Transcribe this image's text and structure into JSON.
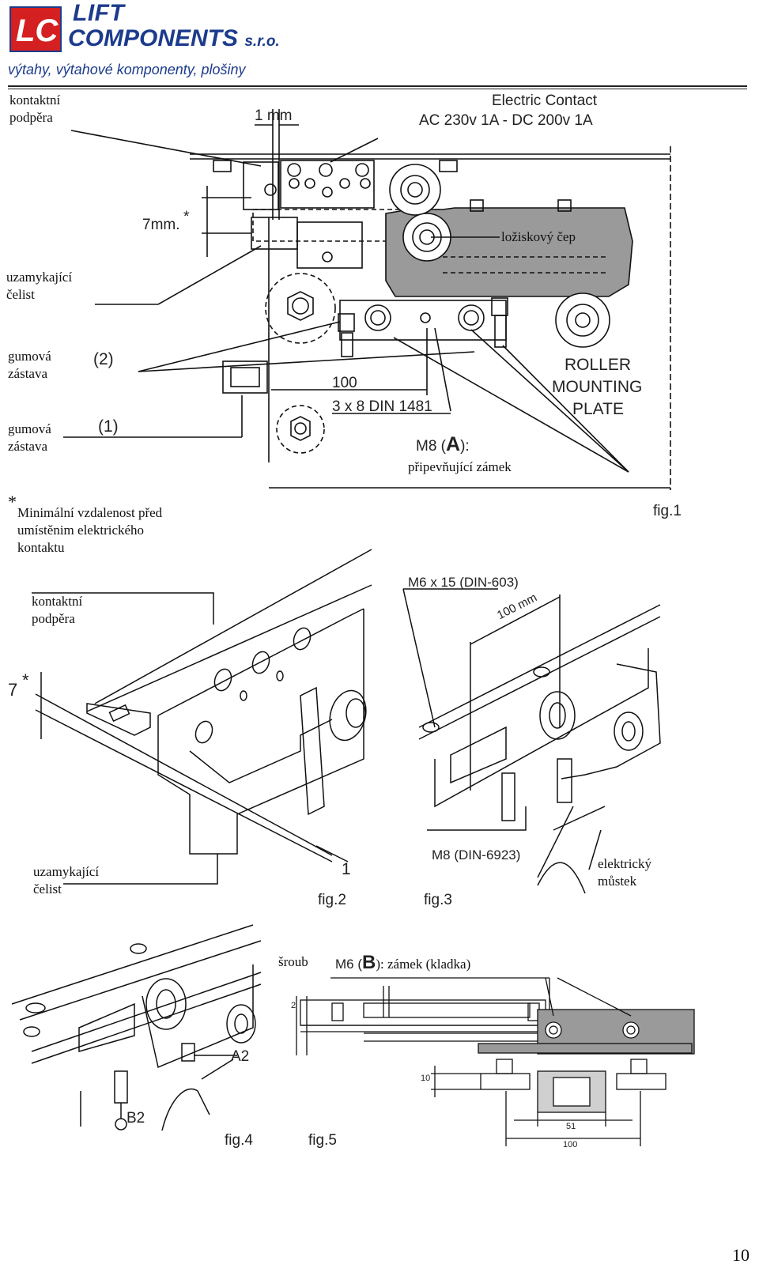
{
  "header": {
    "brand_line1": "LIFT",
    "brand_line2": "COMPONENTS",
    "brand_suffix": "s.r.o.",
    "tagline": "výtahy, výtahové komponenty, plošiny",
    "logo_icon": "lc-logo-icon",
    "accent_color": "#1c3b8c",
    "logo_color": "#d42020"
  },
  "fig1": {
    "label_contact_support": "kontaktní\npodpěra",
    "label_1mm": "1 mm",
    "label_electric_contact": "Electric Contact",
    "label_electric_rating": "AC 230v 1A - DC 200v 1A",
    "label_7mm": "7mm.",
    "label_asterisk": "*",
    "label_bearing_pin": "ložiskový čep",
    "label_locking_jaw": "uzamykající\nčelist",
    "label_rubber_stop_2": "gumová\nzástava",
    "num_2": "(2)",
    "label_rubber_stop_1": "gumová\nzástava",
    "num_1": "(1)",
    "dim_100": "100",
    "din_1481": "3 x 8 DIN 1481",
    "roller_1": "ROLLER",
    "roller_2": "MOUNTING",
    "roller_3": "PLATE",
    "m8": "M8 (",
    "m8_a": "A",
    "m8_close": "):",
    "fixing_lock": "připevňující zámek",
    "fig_label": "fig.1"
  },
  "note": {
    "asterisk": "*",
    "text": "Minimální vzdalenost před\numístěnim elektrického\nkontaktu"
  },
  "fig2": {
    "label_contact_support": "kontaktní\npodpěra",
    "label_7": "7",
    "label_asterisk": "*",
    "label_1": "1",
    "label_locking_jaw": "uzamykající\nčelist",
    "fig_label": "fig.2"
  },
  "fig3": {
    "m6": "M6 x 15 (DIN-603)",
    "dim_100mm": "100 mm",
    "m8": "M8 (DIN-6923)",
    "bridge": "elektrický\nmůstek",
    "fig_label": "fig.3"
  },
  "fig4": {
    "a2": "A2",
    "b2": "B2",
    "fig_label": "fig.4"
  },
  "fig5": {
    "screw": "šroub",
    "m6": "M6 (",
    "m6_b": "B",
    "m6_rest": "): zámek (kladka)",
    "dim_2": "2",
    "dim_10": "10",
    "dim_51": "51",
    "dim_100": "100",
    "fig_label": "fig.5"
  },
  "page_number": "10"
}
